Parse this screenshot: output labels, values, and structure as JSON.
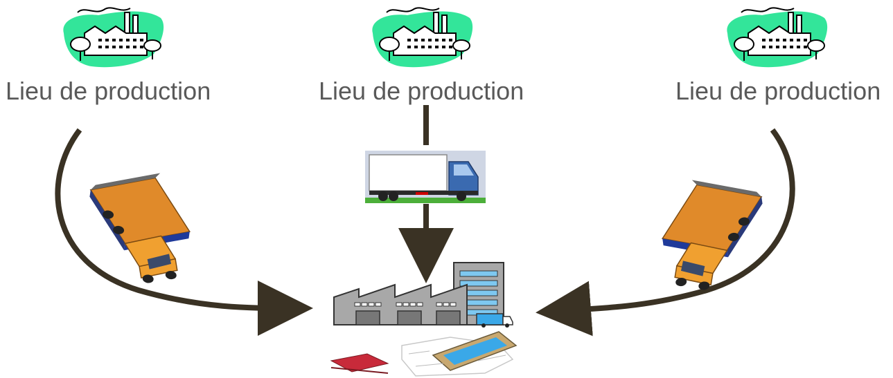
{
  "diagram": {
    "production_sites": [
      {
        "label": "Lieu de production",
        "icon": "factory-icon"
      },
      {
        "label": "Lieu de production",
        "icon": "factory-icon"
      },
      {
        "label": "Lieu de production",
        "icon": "factory-icon"
      }
    ],
    "vehicles": {
      "left": "orange-truck-icon",
      "center": "box-truck-icon",
      "right": "orange-truck-icon"
    },
    "destination": {
      "icon": "industrial-warehouse-icon",
      "detail_icon": "industrial-facility-drawing-icon"
    },
    "colors": {
      "label_text": "#595959",
      "arrow": "#3a3224",
      "factory_splash": "#33e59a",
      "truck_cargo": "#e08a2a",
      "truck_cab": "#f0a030",
      "warehouse_gray": "#a8a8a8",
      "window_blue": "#7ec8f0"
    }
  }
}
